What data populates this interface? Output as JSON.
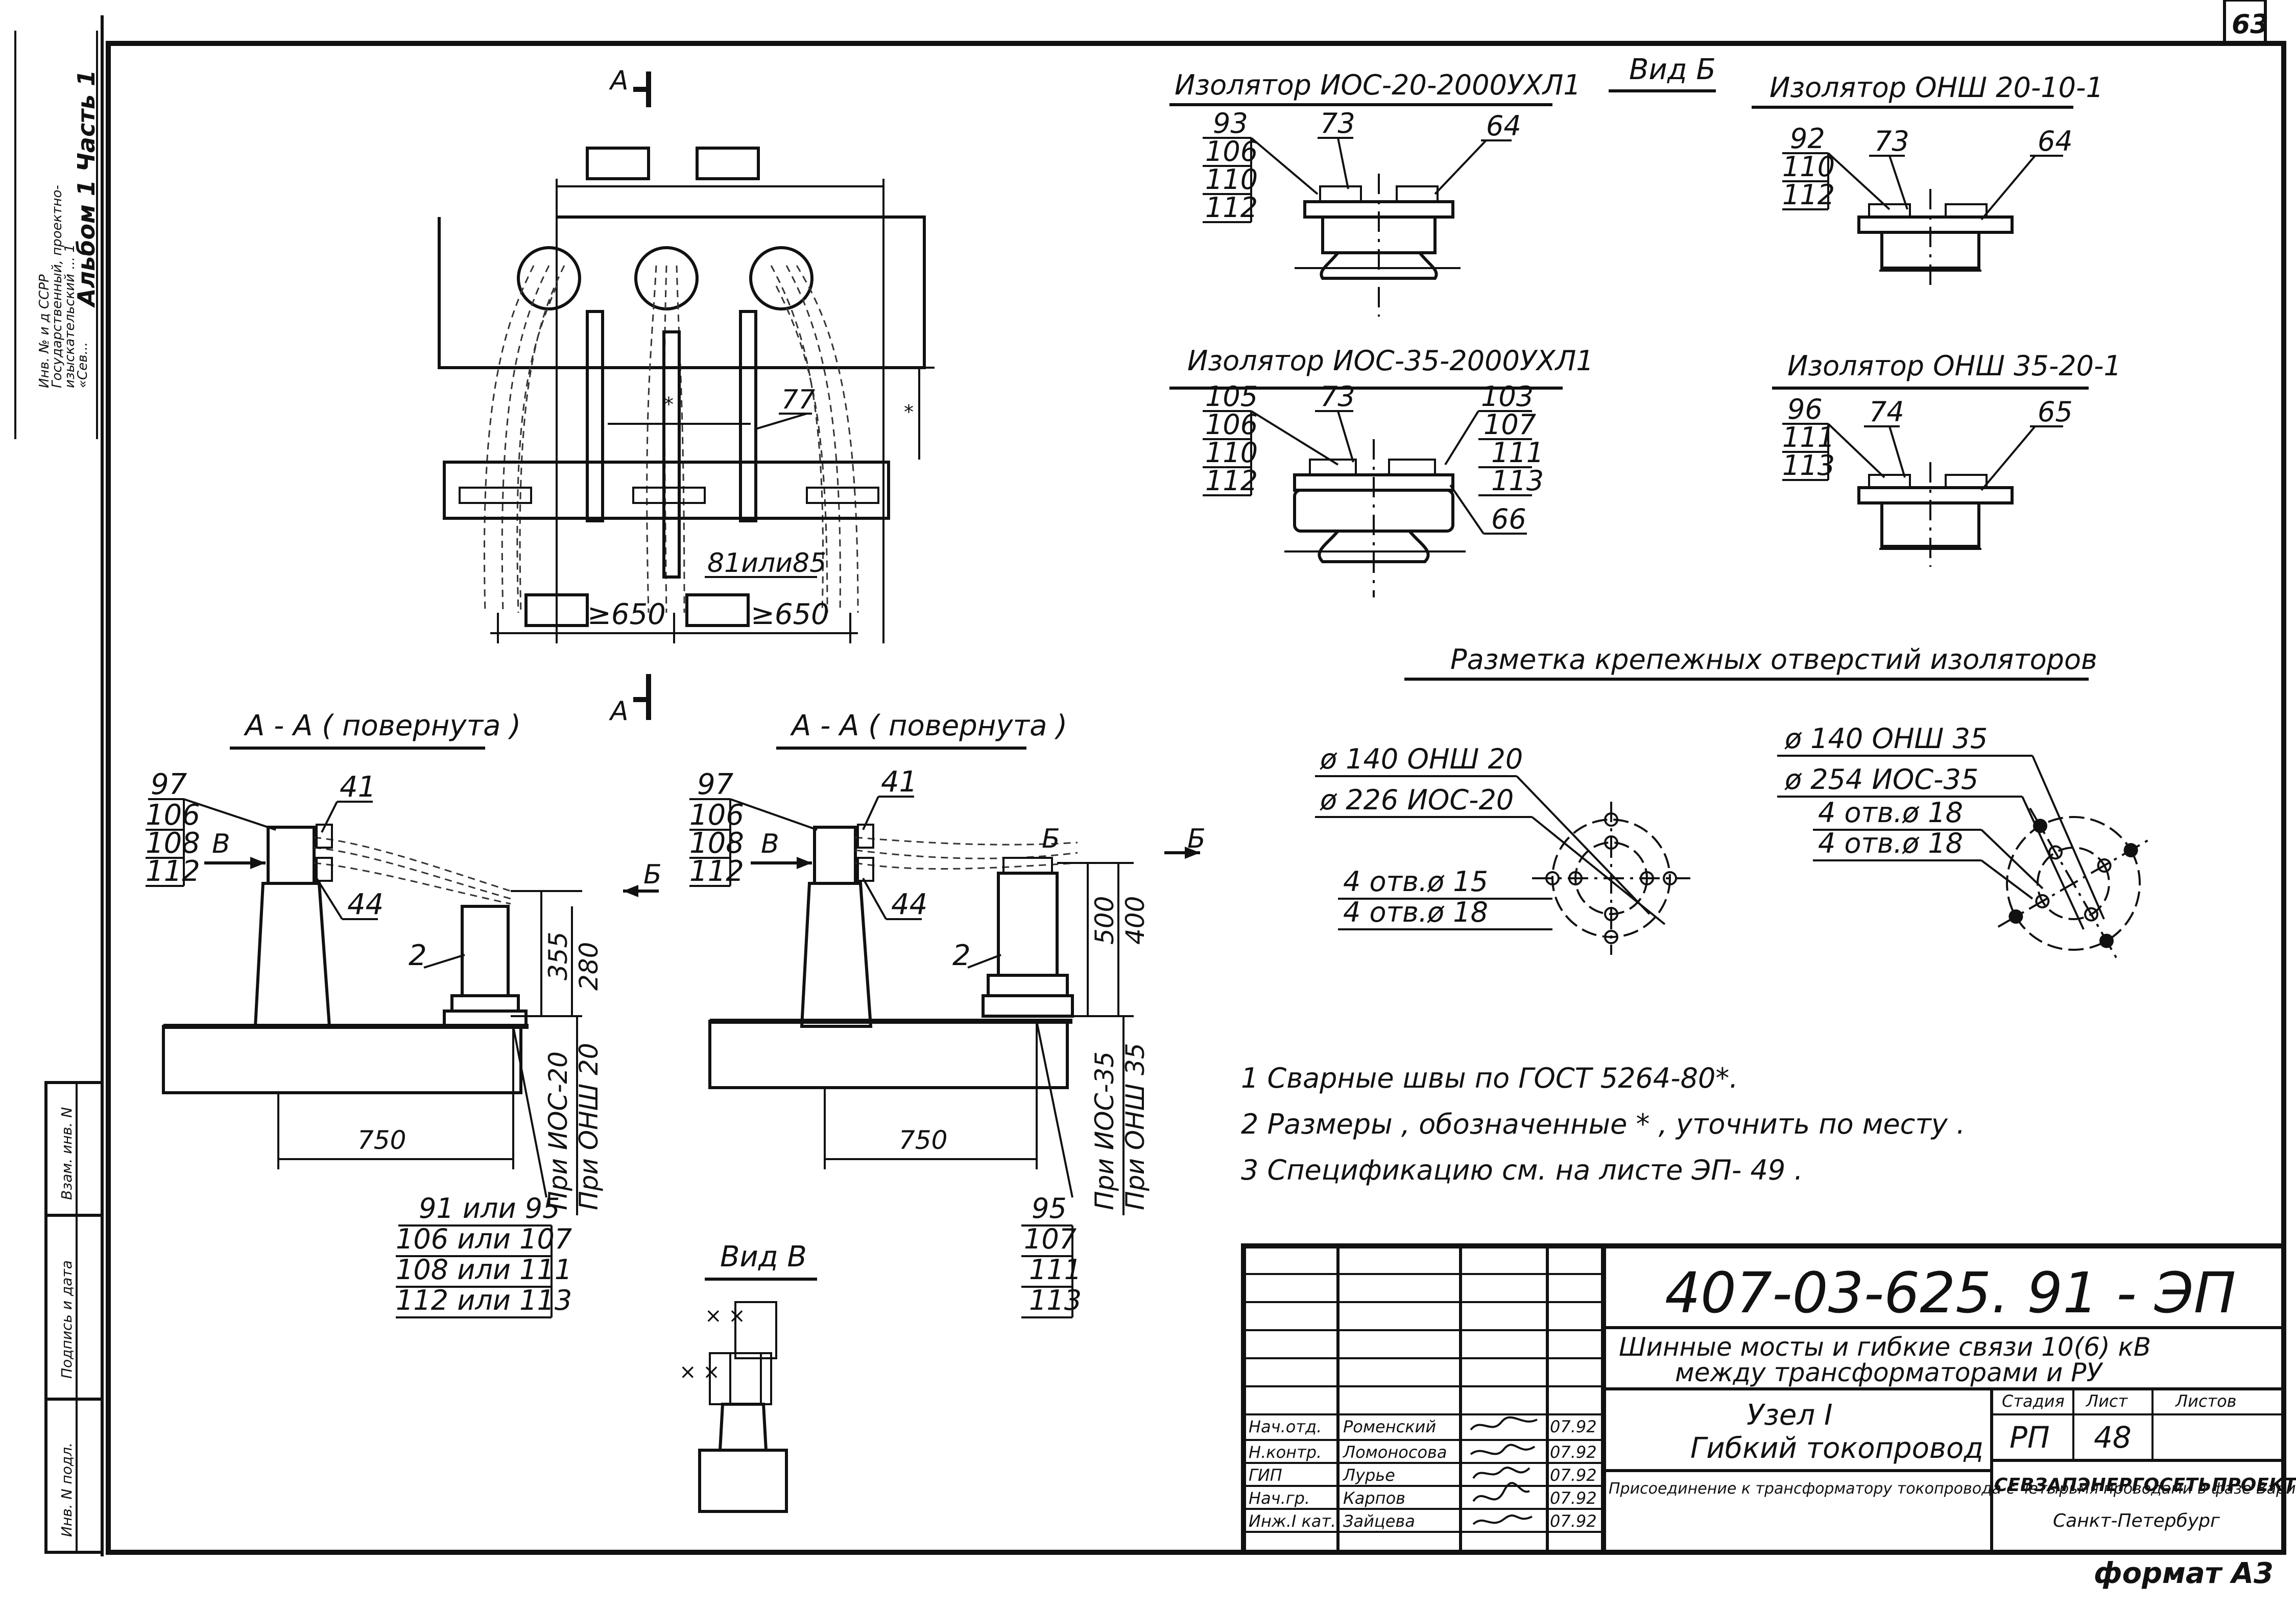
{
  "sheet_number": "63",
  "side_stamp": {
    "line1": "Инв. № и д ССРР",
    "line2": "Государственный, проектно-",
    "line3": "изыскательский ... 1",
    "line4": "«Сев...",
    "album": "Альбом 1 Часть 1"
  },
  "left_margin": {
    "cell1": "Взам. инв. N",
    "cell2": "Подпись и дата",
    "cell3": "Инв. N подл."
  },
  "plan_view": {
    "section_mark_top": "А",
    "section_mark_bottom": "А",
    "dim_label_77": "77",
    "dim_label_81_85": "81или85",
    "dim_650_left": "≥650",
    "dim_650_right": "≥650",
    "star_mark": "*"
  },
  "section_left": {
    "title": "А - А ( повернута )",
    "callouts_stack": [
      "97",
      "106",
      "108",
      "112"
    ],
    "view_b_arrow": "В",
    "arrow_b_label": "Б",
    "callout_41": "41",
    "callout_44": "44",
    "callout_2": "2",
    "dim_355": "355",
    "dim_280": "280",
    "dim_750": "750",
    "note_ios": "При ИОС-20",
    "note_onsh": "При ОНШ 20",
    "bottom_stack": [
      "91 или 95",
      "106 или 107",
      "108 или 111",
      "112 или 113"
    ]
  },
  "section_right": {
    "title": "А - А ( повернута )",
    "callouts_stack": [
      "97",
      "106",
      "108",
      "112"
    ],
    "view_b_arrow": "В",
    "arrow_b_left": "Б",
    "arrow_b_right": "Б",
    "callout_41": "41",
    "callout_44": "44",
    "callout_2": "2",
    "dim_500": "500",
    "dim_400": "400",
    "dim_750": "750",
    "note_ios": "При ИОС-35",
    "note_onsh": "При ОНШ 35",
    "bottom_stack": [
      "95",
      "107",
      "111",
      "113"
    ]
  },
  "view_v": {
    "title": "Вид В"
  },
  "view_b_title": "Вид Б",
  "insulators": {
    "ios20": {
      "title": "Изолятор ИОС-20-2000УХЛ1",
      "stack": [
        "93",
        "106",
        "110",
        "112"
      ],
      "c73": "73",
      "c64": "64"
    },
    "onsh20": {
      "title": "Изолятор ОНШ 20-10-1",
      "stack": [
        "92",
        "110",
        "112"
      ],
      "c73": "73",
      "c64": "64"
    },
    "ios35": {
      "title": "Изолятор ИОС-35-2000УХЛ1",
      "stack": [
        "105",
        "106",
        "110",
        "112"
      ],
      "c73": "73",
      "right_stack": [
        "103",
        "107",
        "111",
        "113"
      ],
      "c66": "66"
    },
    "onsh35": {
      "title": "Изолятор ОНШ 35-20-1",
      "stack": [
        "96",
        "111",
        "113"
      ],
      "c74": "74",
      "c65": "65"
    }
  },
  "marking": {
    "title": "Разметка крепежных отверстий изоляторов",
    "left": [
      "ø 140  ОНШ 20",
      "ø 226  ИОС-20",
      "4 отв.ø 15",
      "4 отв.ø 18"
    ],
    "right": [
      "ø 140  ОНШ 35",
      "ø 254  ИОС-35",
      "4 отв.ø 18",
      "4 отв.ø 18"
    ]
  },
  "notes": [
    "1  Сварные швы по ГОСТ 5264-80*.",
    "2  Размеры , обозначенные * , уточнить по месту .",
    "3  Спецификацию см. на листе ЭП- 49 ."
  ],
  "title_block": {
    "doc_code": "407-03-625. 91 - ЭП",
    "project_title": "Шинные мосты и гибкие связи 10(6) кВ между трансформаторами и РУ",
    "node": "Узел I",
    "node_name": "Гибкий токопровод",
    "description": "Присоединение к трансформатору токопровода с четырьмя проводами в фазе Вариант II",
    "stage_header": "Стадия",
    "sheet_header": "Лист",
    "sheets_header": "Листов",
    "stage": "РП",
    "sheet": "48",
    "sheets": "",
    "org": "СЕВЗАПЭНЕРГОСЕТЬПРОЕКТ",
    "city": "Санкт-Петербург",
    "format": "формат А3",
    "people": [
      {
        "role": "Нач.отд.",
        "name": "Роменский",
        "date": "07.92"
      },
      {
        "role": "Н.контр.",
        "name": "Ломоносова",
        "date": "07.92"
      },
      {
        "role": "ГИП",
        "name": "Лурье",
        "date": "07.92"
      },
      {
        "role": "Нач.гр.",
        "name": "Карпов",
        "date": "07.92"
      },
      {
        "role": "Инж.I кат.",
        "name": "Зайцева",
        "date": "07.92"
      }
    ]
  }
}
